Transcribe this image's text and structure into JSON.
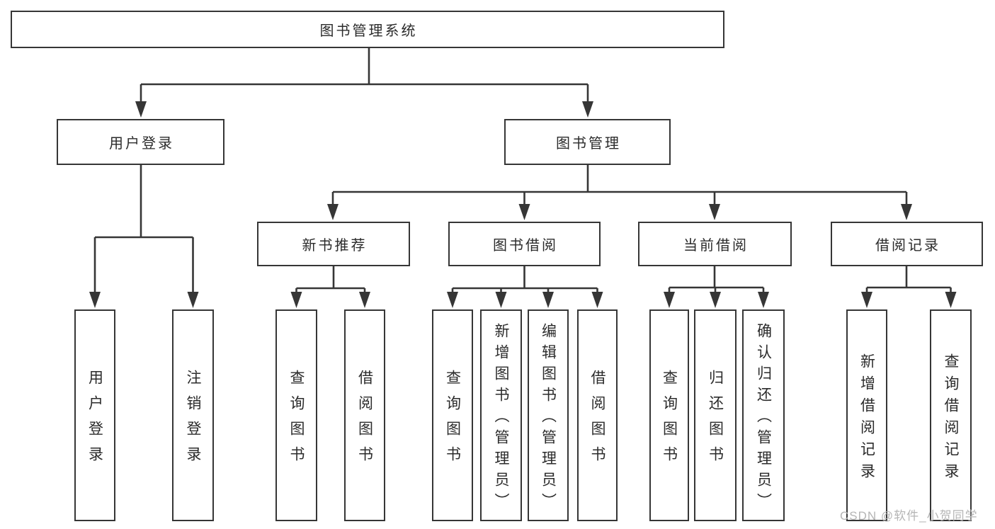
{
  "diagram_type": "hierarchy-tree",
  "colors": {
    "line": "#363636",
    "text": "#2b2b2b",
    "box_background": "#ffffff",
    "watermark": "#b5b5b5"
  },
  "watermark": "CSDN @软件_小贺同学",
  "tree": {
    "label": "图书管理系统",
    "children": [
      {
        "label": "用户登录",
        "children": [
          {
            "label": "用户登录"
          },
          {
            "label": "注销登录"
          }
        ]
      },
      {
        "label": "图书管理",
        "children": [
          {
            "label": "新书推荐",
            "children": [
              {
                "label": "查询图书"
              },
              {
                "label": "借阅图书"
              }
            ]
          },
          {
            "label": "图书借阅",
            "children": [
              {
                "label": "查询图书"
              },
              {
                "label": "新增图书（管理员）"
              },
              {
                "label": "编辑图书（管理员）"
              },
              {
                "label": "借阅图书"
              }
            ]
          },
          {
            "label": "当前借阅",
            "children": [
              {
                "label": "查询图书"
              },
              {
                "label": "归还图书"
              },
              {
                "label": "确认归还（管理员）"
              }
            ]
          },
          {
            "label": "借阅记录",
            "children": [
              {
                "label": "新增借阅记录"
              },
              {
                "label": "查询借阅记录"
              }
            ]
          }
        ]
      }
    ]
  }
}
